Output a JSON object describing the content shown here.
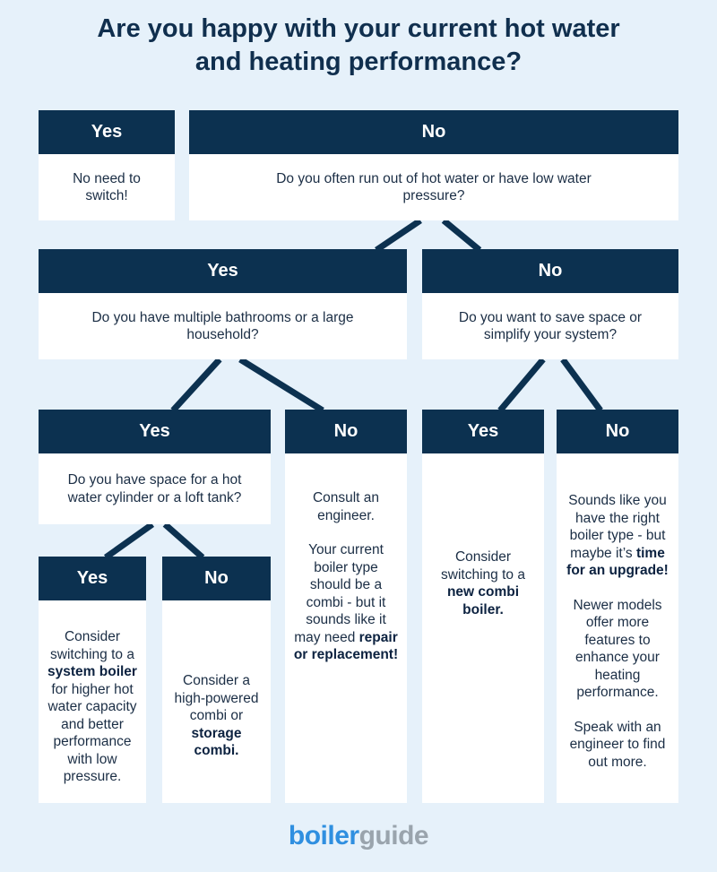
{
  "title": {
    "line1": "Are you happy with your current hot water",
    "line2": "and heating performance?"
  },
  "nodes": {
    "root_yes": {
      "label": "Yes",
      "text": "No need to switch!"
    },
    "root_no": {
      "label": "No",
      "text": "Do you often run out of hot water or have low water pressure?"
    },
    "l2_yes": {
      "label": "Yes",
      "text": "Do you have multiple bathrooms or a large household?"
    },
    "l2_no": {
      "label": "No",
      "text": "Do you want to save space or simplify your system?"
    },
    "l3_yes": {
      "label": "Yes",
      "text": "Do you have space for a hot water cylinder or a loft tank?"
    },
    "l3_no": {
      "label": "No",
      "p1": "Consult an engineer.",
      "p2_pre": "Your current boiler type should be a combi - but it sounds like it may need ",
      "p2_bold": "repair or replacement!"
    },
    "l3b_yes": {
      "label": "Yes",
      "pre": "Consider switching to a ",
      "bold": "new combi boiler."
    },
    "l3b_no": {
      "label": "No",
      "p1_pre": "Sounds like you have the right boiler type - but maybe it’s ",
      "p1_bold": "time for an upgrade!",
      "p2": "Newer models offer more features to enhance your heating performance.",
      "p3": "Speak with an engineer to find out more."
    },
    "l4_yes": {
      "label": "Yes",
      "pre": "Consider switching to a ",
      "bold": "system boiler",
      "post": " for higher hot water capacity and better performance with low pressure."
    },
    "l4_no": {
      "label": "No",
      "pre": "Consider a high-powered combi or ",
      "bold": "storage combi."
    }
  },
  "logo": {
    "part1": "boiler",
    "part2": "guide"
  },
  "colors": {
    "header": "#0c3150",
    "background": "#e6f1fa",
    "logo_blue": "#2f8fe0",
    "logo_grey": "#9aa4ad"
  }
}
